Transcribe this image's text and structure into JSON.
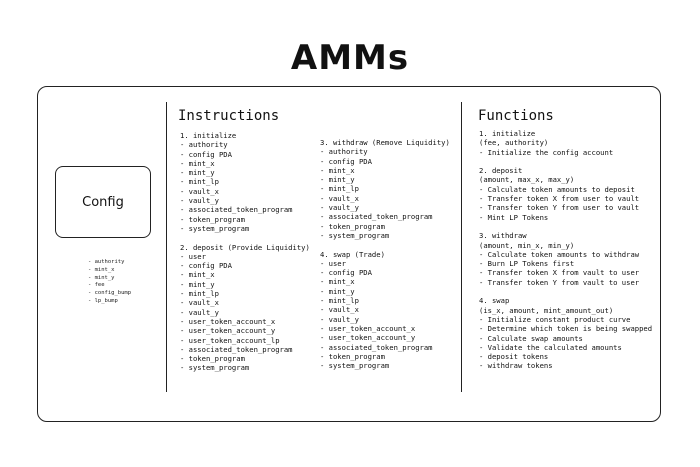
{
  "title": "AMMs",
  "config": {
    "label": "Config",
    "fields": [
      "- authority",
      "- mint_x",
      "- mint_y",
      "- fee",
      "- config_bump",
      "- lp_bump"
    ]
  },
  "instructions": {
    "heading": "Instructions",
    "col1": [
      {
        "title": "1. initialize",
        "items": [
          "- authority",
          "- config PDA",
          "- mint_x",
          "- mint_y",
          "- mint_lp",
          "- vault_x",
          "- vault_y",
          "- associated_token_program",
          "- token_program",
          "- system_program"
        ]
      },
      {
        "title": "2. deposit (Provide Liquidity)",
        "items": [
          "- user",
          "- config PDA",
          "- mint_x",
          "- mint_y",
          "- mint_lp",
          "- vault_x",
          "- vault_y",
          "- user_token_account_x",
          "- user_token_account_y",
          "- user_token_account_lp",
          "- associated_token_program",
          "- token_program",
          "- system_program"
        ]
      }
    ],
    "col2": [
      {
        "title": "3. withdraw (Remove Liquidity)",
        "items": [
          "- authority",
          "- config PDA",
          "- mint_x",
          "- mint_y",
          "- mint_lp",
          "- vault_x",
          "- vault_y",
          "- associated_token_program",
          "- token_program",
          "- system_program"
        ]
      },
      {
        "title": "4. swap (Trade)",
        "items": [
          "- user",
          "- config PDA",
          "- mint_x",
          "- mint_y",
          "- mint_lp",
          "- vault_x",
          "- vault_y",
          "- user_token_account_x",
          "- user_token_account_y",
          "- associated_token_program",
          "- token_program",
          "- system_program"
        ]
      }
    ]
  },
  "functions": {
    "heading": "Functions",
    "items": [
      {
        "title": "1. initialize",
        "sig": "(fee, authority)",
        "steps": [
          "- Initialize the config account"
        ]
      },
      {
        "title": "2. deposit",
        "sig": "(amount, max_x, max_y)",
        "steps": [
          "- Calculate token amounts to deposit",
          "- Transfer token X from user to vault",
          "- Transfer token Y from user to vault",
          "- Mint LP Tokens"
        ]
      },
      {
        "title": "3. withdraw",
        "sig": "(amount, min_x, min_y)",
        "steps": [
          "- Calculate token amounts to withdraw",
          "- Burn LP Tokens first",
          "- Transfer token X from vault to user",
          "- Transfer token Y from vault to user"
        ]
      },
      {
        "title": "4. swap",
        "sig": "(is_x, amount, mint_amount_out)",
        "steps": [
          "- Initialize constant product curve",
          "- Determine which token is being swapped",
          "- Calculate swap amounts",
          "- Validate the calculated amounts",
          "- deposit tokens",
          "- withdraw tokens"
        ]
      }
    ]
  }
}
